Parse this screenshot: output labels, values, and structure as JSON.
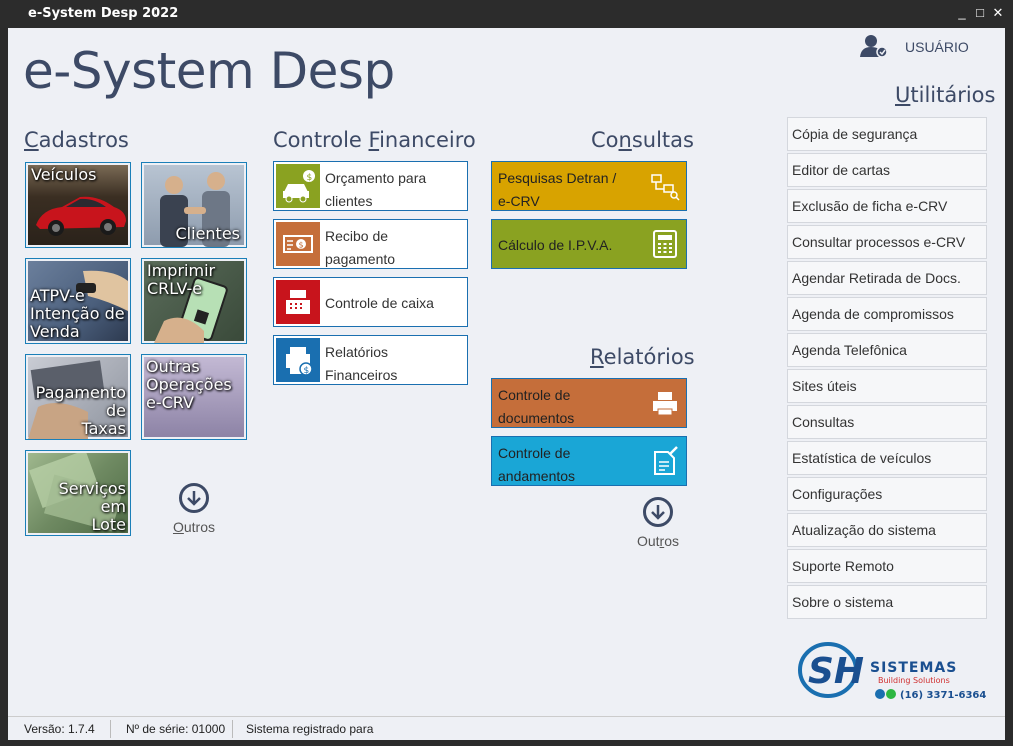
{
  "window": {
    "title": "e-System Desp 2022",
    "grip": "::",
    "minimize": "_",
    "maximize": "□",
    "close": "✕"
  },
  "app_title": "e-System Desp",
  "user": {
    "label": "USUÁRIO"
  },
  "sections": {
    "cadastros": {
      "underline": "C",
      "rest": "adastros"
    },
    "financeiro": {
      "pre": "Controle ",
      "underline": "F",
      "rest": "inanceiro"
    },
    "consultas": {
      "pre": "Co",
      "underline": "n",
      "rest": "sultas"
    },
    "relatorios": {
      "pre": "",
      "underline": "R",
      "rest": "elatórios"
    },
    "utilitarios": {
      "pre": "",
      "underline": "U",
      "rest": "tilitários"
    }
  },
  "tiles": {
    "veiculos": "Veículos",
    "clientes": "Clientes",
    "atpv": [
      "ATPV-e",
      "Intenção de",
      "Venda"
    ],
    "crlv": [
      "Imprimir",
      "CRLV-e"
    ],
    "pagamento": [
      "Pagamento",
      "de",
      "Taxas"
    ],
    "outras": [
      "Outras",
      "Operações",
      "e-CRV"
    ],
    "servicos": [
      "Serviços",
      "em",
      "Lote"
    ]
  },
  "financeiro_items": [
    [
      "Orçamento para",
      "clientes"
    ],
    [
      "Recibo de",
      "pagamento"
    ],
    [
      "Controle de caixa"
    ],
    [
      "Relatórios",
      "Financeiros"
    ]
  ],
  "consultas_items": [
    {
      "lines": [
        "Pesquisas Detran /",
        "e-CRV"
      ],
      "color": "#d8a300"
    },
    {
      "lines": [
        "Cálculo de I.P.V.A."
      ],
      "color": "#8aa221"
    }
  ],
  "relatorios_items": [
    {
      "lines": [
        "Controle de",
        "documentos"
      ],
      "color": "#c56e3a"
    },
    {
      "lines": [
        "Controle de",
        "andamentos"
      ],
      "color": "#1aa6d6"
    }
  ],
  "outros": {
    "pre": "",
    "underline": "O",
    "rest": "utros"
  },
  "outros2": {
    "pre": "Out",
    "underline": "r",
    "rest": "os"
  },
  "utilitarios_items": [
    "Cópia de segurança",
    "Editor de cartas",
    "Exclusão de ficha e-CRV",
    "Consultar processos e-CRV",
    "Agendar Retirada de Docs.",
    "Agenda de compromissos",
    "Agenda Telefônica",
    "Sites úteis",
    "Consultas",
    "Estatística de veículos",
    "Configurações",
    "Atualização do sistema",
    "Suporte Remoto",
    "Sobre o sistema"
  ],
  "logo": {
    "sh": "SH",
    "sistemas": "SISTEMAS",
    "tagline": "Building Solutions",
    "phone": "(16) 3371-6364"
  },
  "status": {
    "versao": "Versão: 1.7.4",
    "serie": "Nº de série: 01000",
    "registro": "Sistema registrado para"
  },
  "colors": {
    "accent": "#1a6fb0",
    "title": "#3d4a66"
  }
}
